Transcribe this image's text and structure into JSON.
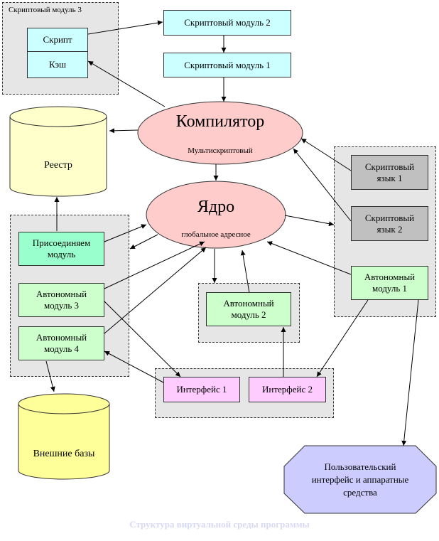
{
  "groups": {
    "script_module_3": "Скриптовый модуль 3"
  },
  "boxes": {
    "script": "Скрипт",
    "cache": "Кэш",
    "script_module_2": "Скриптовый модуль 2",
    "script_module_1": "Скриптовый модуль 1",
    "attach_module": "Присоединяем модуль",
    "auto_module_3": "Автономный модуль 3",
    "auto_module_4": "Автономный модуль 4",
    "auto_module_2": "Автономный модуль 2",
    "auto_module_1": "Автономный модуль 1",
    "script_lang_1": "Скриптовый язык 1",
    "script_lang_2": "Скриптовый язык 2",
    "interface_1": "Интерфейс 1",
    "interface_2": "Интерфейс 2"
  },
  "ellipses": {
    "compiler_title": "Компилятор",
    "compiler_sub": "Мультискриптовый",
    "kernel_title": "Ядро",
    "kernel_sub": "глобальное адресное"
  },
  "cylinders": {
    "registry": "Реестр",
    "external_db": "Внешние базы"
  },
  "octagon": {
    "line1": "Пользовательский",
    "line2": "интерфейс и аппаратные",
    "line3": "средства"
  },
  "caption": "Структура виртуальной среды программы",
  "colors": {
    "cyan": "#ccffff",
    "green": "#ccffcc",
    "mint": "#99ffcc",
    "gray": "#c0c0c0",
    "pink": "#ffccff",
    "salmon": "#ffcccc",
    "yellow": "#ffffcc",
    "lavender": "#ccccff",
    "group_bg": "#e6e6e6"
  }
}
